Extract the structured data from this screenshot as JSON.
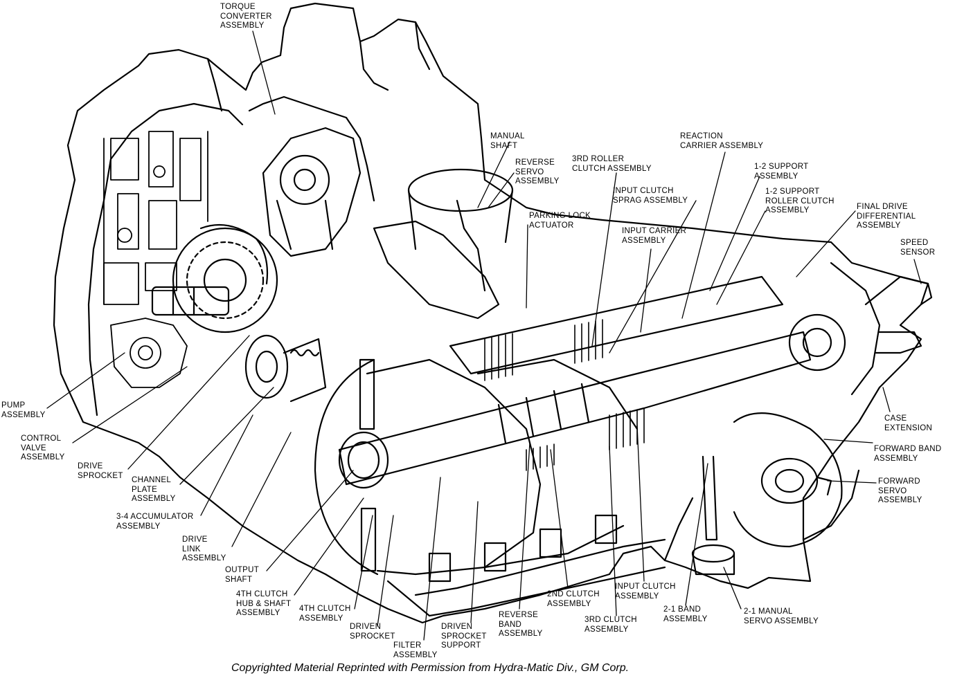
{
  "labels": {
    "torque_converter": "TORQUE\nCONVERTER\nASSEMBLY",
    "manual_shaft": "MANUAL\nSHAFT",
    "reverse_servo": "REVERSE\nSERVO\nASSEMBLY",
    "third_roller_clutch": "3RD ROLLER\nCLUTCH ASSEMBLY",
    "reaction_carrier": "REACTION\nCARRIER ASSEMBLY",
    "one_two_support": "1-2 SUPPORT\nASSEMBLY",
    "input_clutch_sprag": "INPUT CLUTCH\nSPRAG ASSEMBLY",
    "one_two_support_roller": "1-2 SUPPORT\nROLLER CLUTCH\nASSEMBLY",
    "final_drive": "FINAL DRIVE\nDIFFERENTIAL\nASSEMBLY",
    "parking_lock": "PARKING LOCK\nACTUATOR",
    "input_carrier": "INPUT CARRIER\nASSEMBLY",
    "speed_sensor": "SPEED\nSENSOR",
    "pump": "PUMP\nASSEMBLY",
    "control_valve": "CONTROL\nVALVE\nASSEMBLY",
    "drive_sprocket": "DRIVE\nSPROCKET",
    "channel_plate": "CHANNEL\nPLATE\nASSEMBLY",
    "accumulator": "3-4 ACCUMULATOR\nASSEMBLY",
    "drive_link": "DRIVE\nLINK\nASSEMBLY",
    "output_shaft": "OUTPUT\nSHAFT",
    "fourth_clutch_hub": "4TH CLUTCH\nHUB & SHAFT\nASSEMBLY",
    "fourth_clutch": "4TH CLUTCH\nASSEMBLY",
    "driven_sprocket": "DRIVEN\nSPROCKET",
    "filter": "FILTER\nASSEMBLY",
    "driven_sprocket_support": "DRIVEN\nSPROCKET\nSUPPORT",
    "reverse_band": "REVERSE\nBAND\nASSEMBLY",
    "second_clutch": "2ND CLUTCH\nASSEMBLY",
    "third_clutch": "3RD CLUTCH\nASSEMBLY",
    "input_clutch": "INPUT CLUTCH\nASSEMBLY",
    "two_one_band": "2-1 BAND\nASSEMBLY",
    "two_one_manual_servo": "2-1 MANUAL\nSERVO ASSEMBLY",
    "case_extension": "CASE\nEXTENSION",
    "forward_band": "FORWARD BAND\nASSEMBLY",
    "forward_servo": "FORWARD\nSERVO\nASSEMBLY"
  },
  "caption": "Copyrighted Material Reprinted with Permission from Hydra-Matic Div., GM Corp."
}
